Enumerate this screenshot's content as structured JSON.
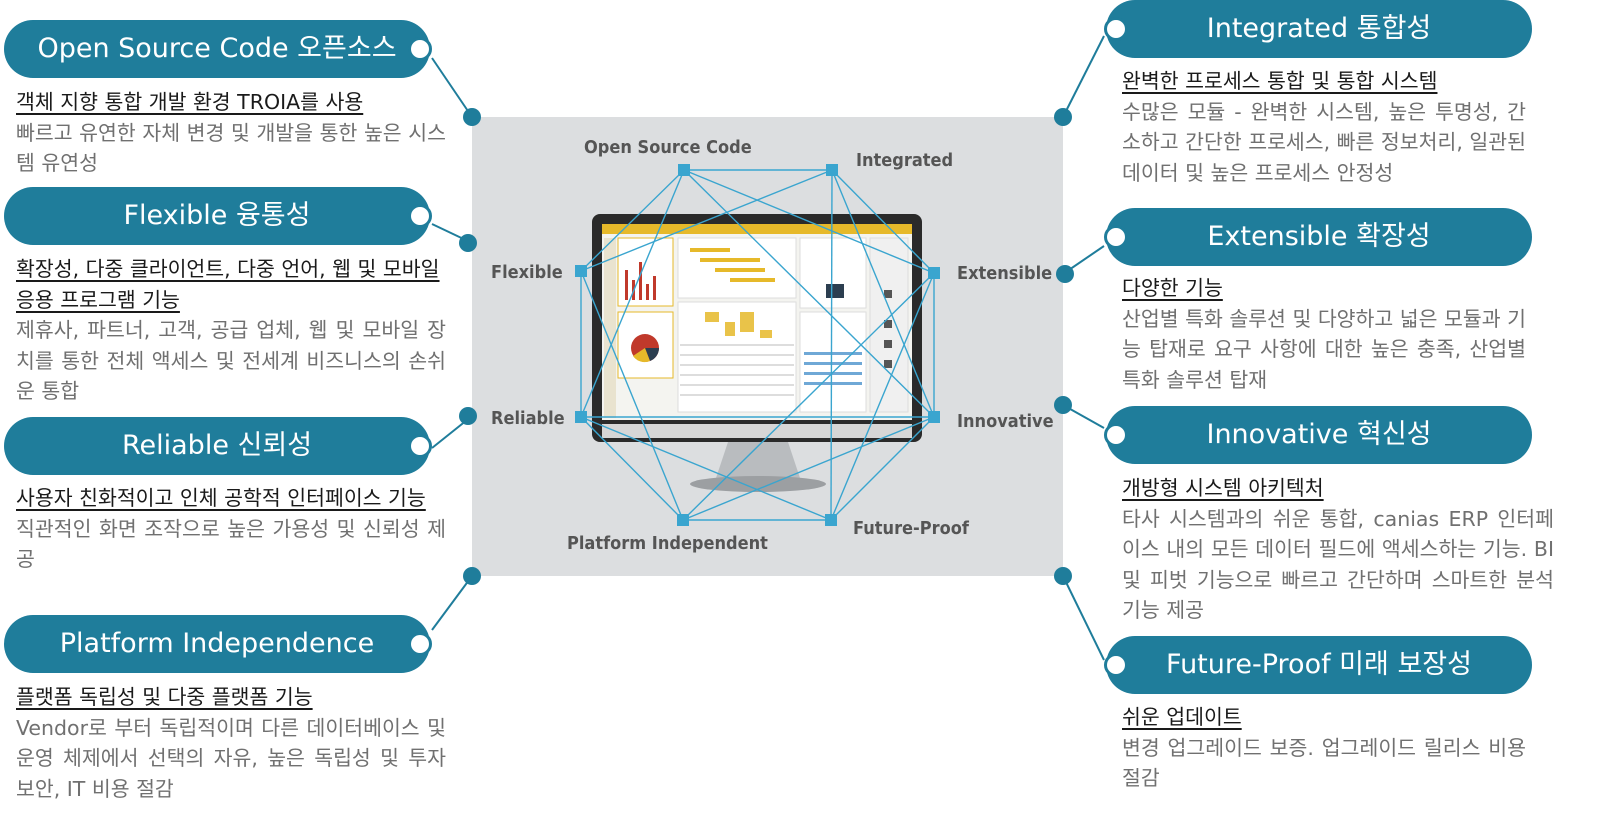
{
  "features_left": [
    {
      "pill": "Open Source Code 오픈소스",
      "heading": "객체 지향 통합 개발 환경 TROIA를 사용",
      "description": "빠르고 유연한 자체 변경 및 개발을 통한 높은 시스템 유연성"
    },
    {
      "pill": "Flexible 융통성",
      "heading": "확장성, 다중 클라이언트, 다중 언어, 웹 및 모바일 응용 프로그램 기능",
      "description": "제휴사, 파트너, 고객, 공급 업체, 웹 및 모바일 장치를 통한 전체 액세스 및 전세계 비즈니스의 손쉬운 통합"
    },
    {
      "pill": "Reliable 신뢰성",
      "heading": "사용자 친화적이고 인체 공학적 인터페이스 기능",
      "description": "직관적인 화면 조작으로 높은 가용성 및 신뢰성 제공"
    },
    {
      "pill": "Platform Independence",
      "heading": "플랫폼 독립성 및 다중 플랫폼 기능",
      "description": "Vendor로 부터 독립적이며 다른 데이터베이스 및 운영 체제에서 선택의 자유, 높은 독립성 및 투자 보안, IT 비용 절감"
    }
  ],
  "features_right": [
    {
      "pill": "Integrated 통합성",
      "heading": "완벽한 프로세스 통합 및 통합 시스템",
      "description": "수많은 모듈 - 완벽한 시스템, 높은 투명성, 간소하고 간단한 프로세스, 빠른 정보처리, 일관된 데이터 및 높은 프로세스 안정성"
    },
    {
      "pill": "Extensible 확장성",
      "heading": "다양한 기능",
      "description": "산업별 특화 솔루션 및 다양하고 넓은 모듈과 기능 탑재로 요구 사항에 대한 높은 충족, 산업별 특화 솔루션 탑재"
    },
    {
      "pill": "Innovative 혁신성",
      "heading": "개방형 시스템 아키텍처",
      "description": "타사 시스템과의 쉬운 통합, canias ERP 인터페이스 내의 모든 데이터 필드에 액세스하는 기능. BI 및 피벗 기능으로 빠르고 간단하며 스마트한 분석 기능 제공"
    },
    {
      "pill": "Future-Proof 미래 보장성",
      "heading": "쉬운 업데이트",
      "description": "변경 업그레이드 보증. 업그레이드 릴리스 비용 절감"
    }
  ],
  "center_nodes": {
    "open_source": "Open Source Code",
    "integrated": "Integrated",
    "flexible": "Flexible",
    "extensible": "Extensible",
    "reliable": "Reliable",
    "innovative": "Innovative",
    "platform": "Platform Independent",
    "future": "Future-Proof"
  },
  "colors": {
    "accent": "#1f7d9b",
    "panel": "#dcdee0",
    "node_line": "#3aa5cf",
    "screen_yellow": "#e6b92a"
  }
}
